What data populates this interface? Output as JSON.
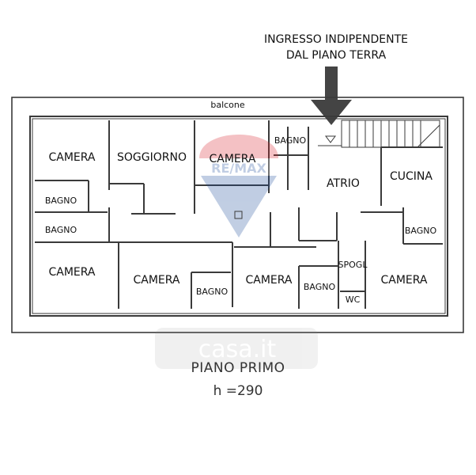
{
  "plan": {
    "entry_note_line1": "INGRESSO INDIPENDENTE",
    "entry_note_line2": "DAL PIANO TERRA",
    "balcony_label": "balcone",
    "rooms": {
      "camera_top_left": "CAMERA",
      "soggiorno": "SOGGIORNO",
      "camera_top_mid": "CAMERA",
      "bagno_top_mid": "BAGNO",
      "atrio": "ATRIO",
      "cucina": "CUCINA",
      "bagno_left_1": "BAGNO",
      "bagno_left_2": "BAGNO",
      "bagno_right": "BAGNO",
      "camera_bottom_left": "CAMERA",
      "camera_bottom_2": "CAMERA",
      "bagno_bottom_2": "BAGNO",
      "camera_bottom_3": "CAMERA",
      "bagno_bottom_3": "BAGNO",
      "spogl": "SPOGL",
      "wc": "WC",
      "camera_bottom_right": "CAMERA"
    },
    "floor_title": "PIANO PRIMO",
    "floor_height": "h =290"
  },
  "colors": {
    "wall": "#3a3a3a",
    "arrow": "#444444",
    "watermark_red": "#d8262e",
    "watermark_blue": "#1f4f9c"
  },
  "icons": {
    "entry_arrow": "down-arrow-icon",
    "remax_logo": "remax-balloon-logo",
    "casa_logo": "casa-it-watermark"
  }
}
